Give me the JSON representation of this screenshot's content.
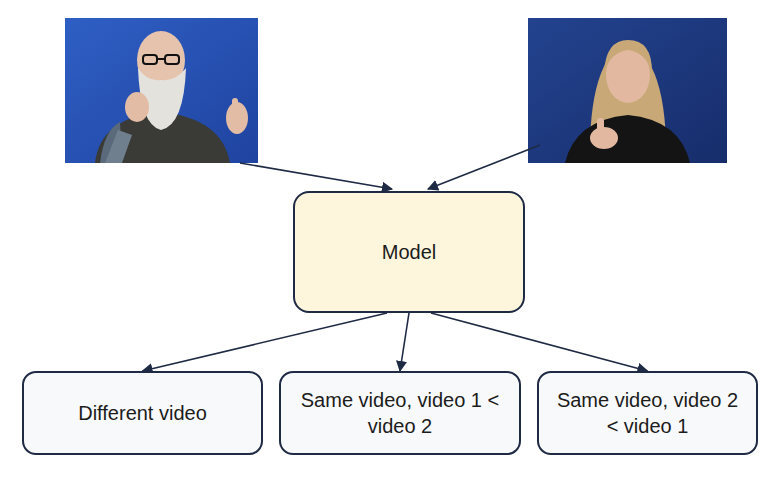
{
  "diagram": {
    "nodes": [
      {
        "text": [
          "Model"
        ]
      },
      {
        "text": [
          "Different video"
        ]
      },
      {
        "text": [
          "Same video, video 1 < video 2"
        ]
      },
      {
        "text": [
          "Same video, video 2 < video 1"
        ]
      }
    ],
    "edges": [
      {
        "from": 0,
        "to": 1,
        "arrow": "to"
      },
      {
        "from": 0,
        "to": 2,
        "arrow": "to"
      },
      {
        "from": 0,
        "to": 3,
        "arrow": "to"
      }
    ]
  }
}
